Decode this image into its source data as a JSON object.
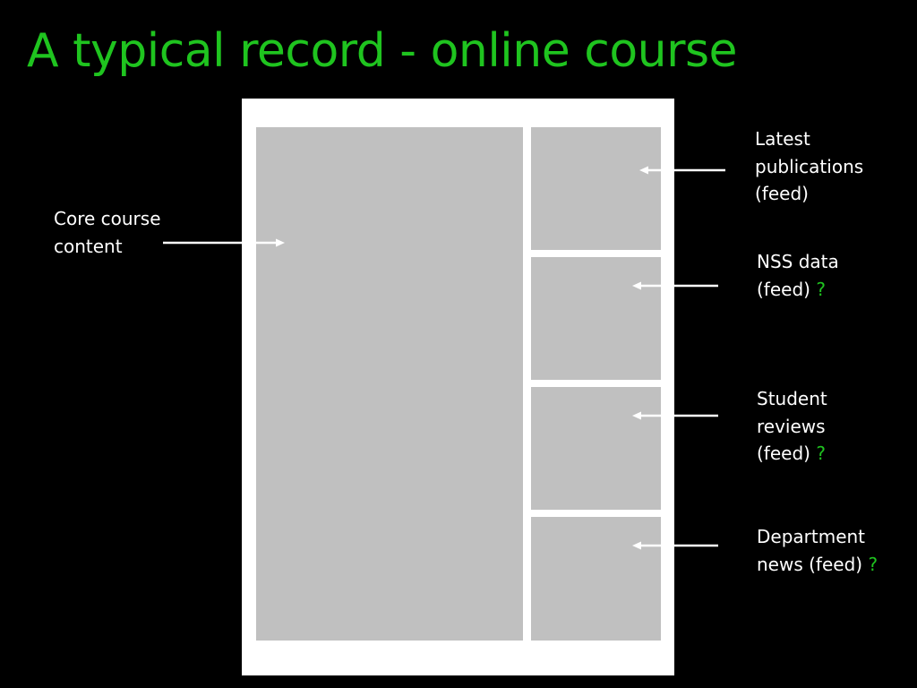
{
  "title": "A typical record - online course",
  "colors": {
    "background": "#000000",
    "title": "#1fc41f",
    "question_mark": "#1fc41f",
    "page": "#ffffff",
    "block": "#c0c0c0",
    "text": "#ffffff"
  },
  "labels": {
    "core": {
      "line1": "Core course",
      "line2": "content"
    },
    "publications": {
      "line1": "Latest",
      "line2": "publications",
      "line3": "(feed)"
    },
    "nss": {
      "line1": "NSS data",
      "line2": "(feed)",
      "mark": "?"
    },
    "reviews": {
      "line1": "Student",
      "line2": "reviews",
      "line3": "(feed)",
      "mark": "?"
    },
    "news": {
      "line1": "Department",
      "line2": "news (feed)",
      "mark": "?"
    }
  }
}
